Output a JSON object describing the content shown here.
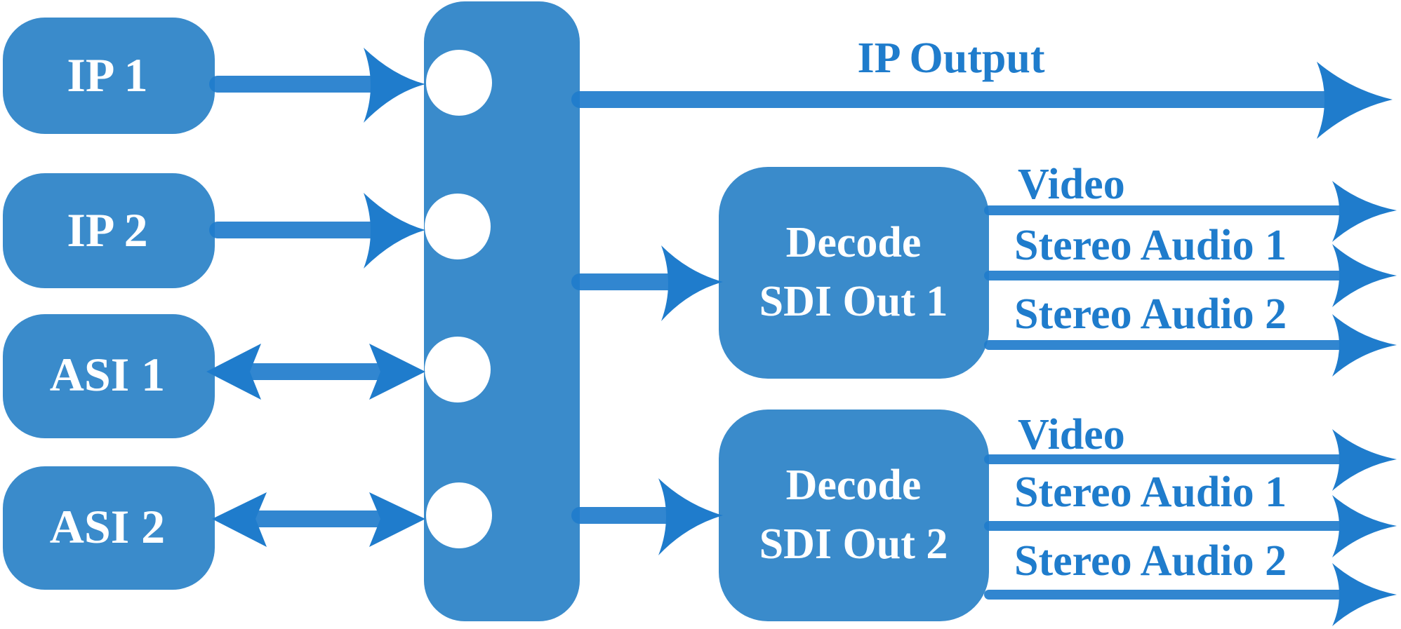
{
  "inputs": [
    {
      "label": "IP 1",
      "direction": "input"
    },
    {
      "label": "IP 2",
      "direction": "input"
    },
    {
      "label": "ASI 1",
      "direction": "bidirectional"
    },
    {
      "label": "ASI 2",
      "direction": "bidirectional"
    }
  ],
  "ip_output": {
    "label": "IP Output"
  },
  "decoders": [
    {
      "line1": "Decode",
      "line2": "SDI Out 1",
      "outputs": [
        "Video",
        "Stereo Audio 1",
        "Stereo Audio 2"
      ]
    },
    {
      "line1": "Decode",
      "line2": "SDI Out 2",
      "outputs": [
        "Video",
        "Stereo Audio 1",
        "Stereo Audio 2"
      ]
    }
  ],
  "colors": {
    "box_fill": "#3a8bcb",
    "arrow": "#1f7ccc",
    "box_text": "#ffffff",
    "outside_text": "#1f7ccc"
  }
}
